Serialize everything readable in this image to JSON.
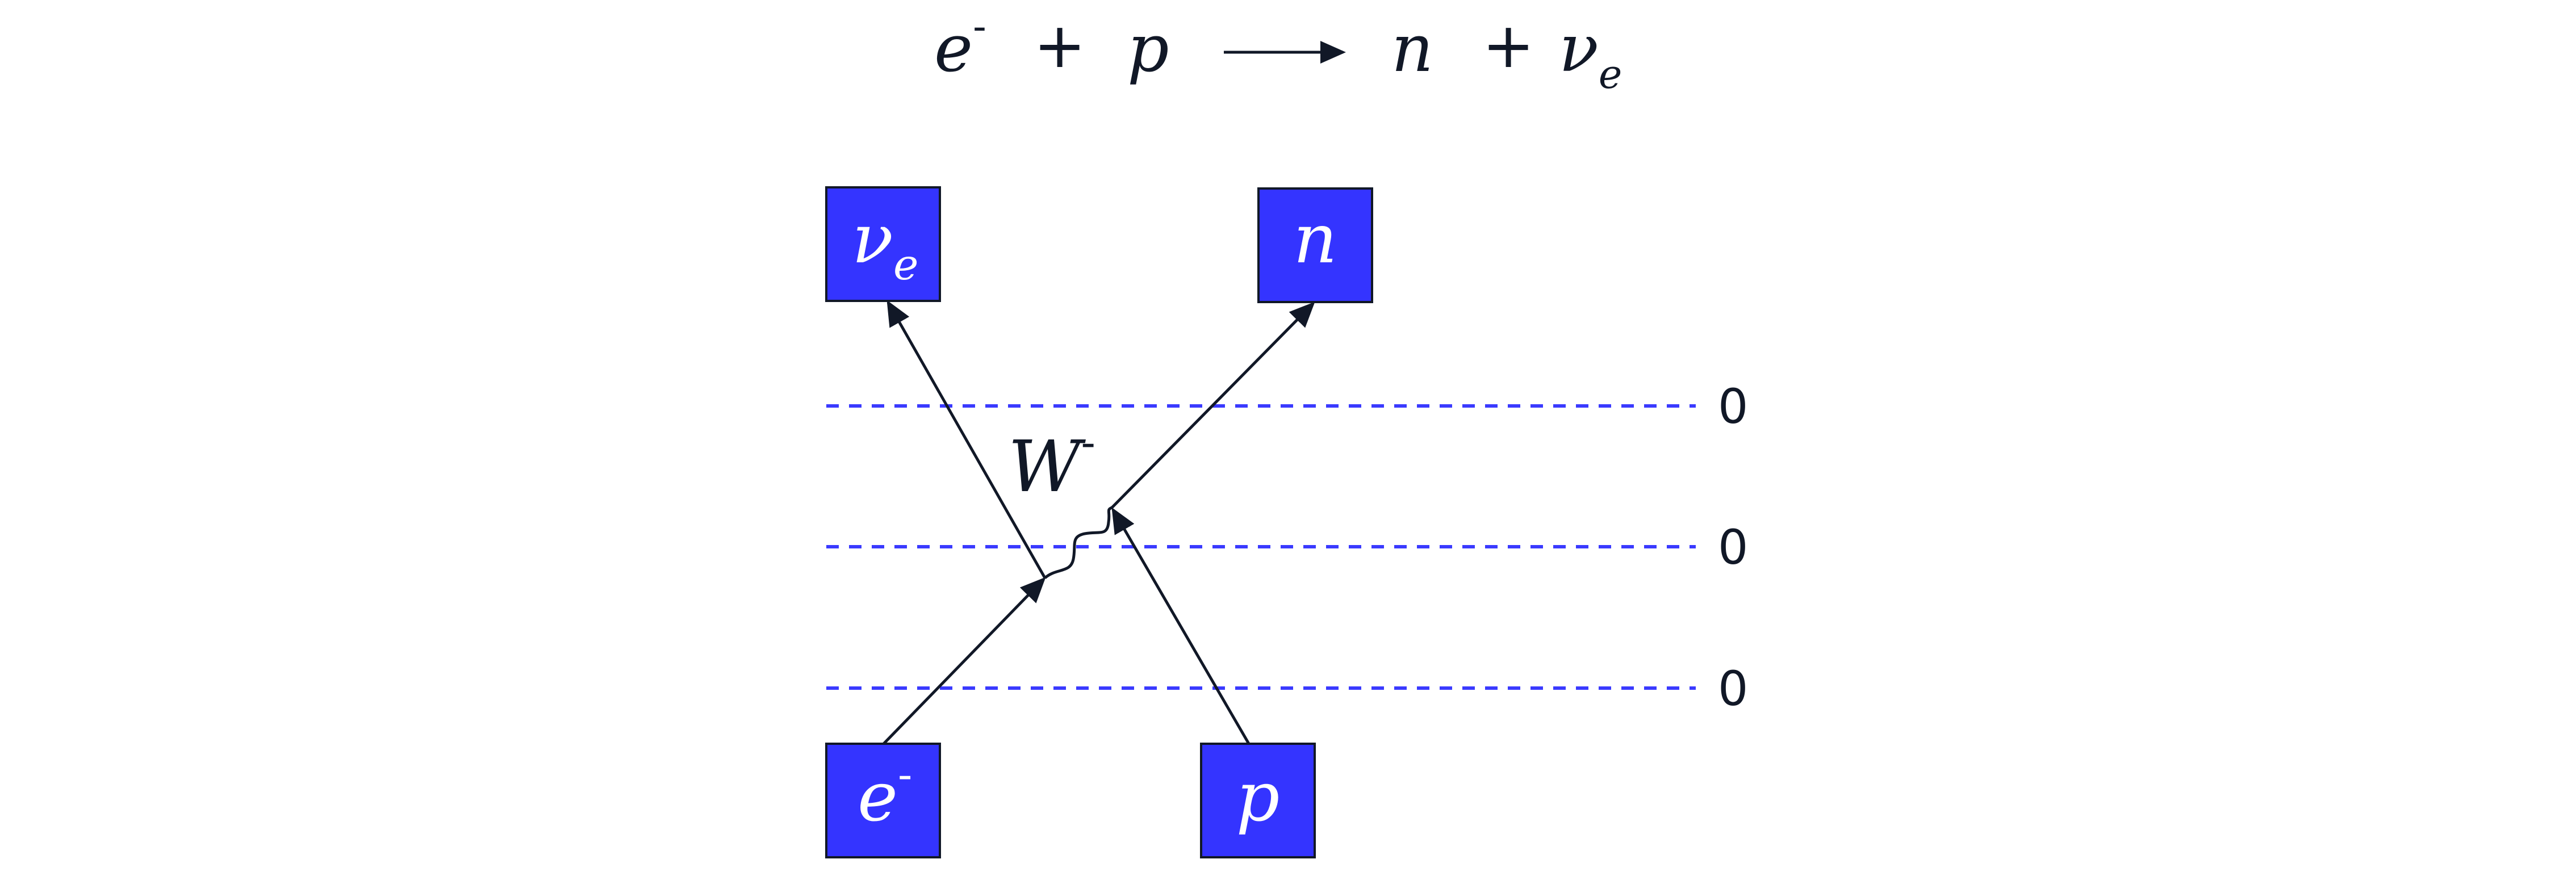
{
  "equation": {
    "lhs1": "e",
    "lhs1_sup": "-",
    "plus1": "+",
    "lhs2": "p",
    "rhs1": "n",
    "plus2": "+",
    "rhs2": "ν",
    "rhs2_sub": "e"
  },
  "particles": {
    "electron": {
      "symbol": "e",
      "sup": "-"
    },
    "proton": {
      "symbol": "p"
    },
    "neutron": {
      "symbol": "n"
    },
    "neutrino": {
      "symbol": "ν",
      "sub": "e"
    }
  },
  "boson": {
    "symbol": "W",
    "sup": "-"
  },
  "levels": [
    "0",
    "0",
    "0"
  ],
  "colors": {
    "box": "#3434ff",
    "dashed_line": "#3a3aff",
    "ink": "#111827"
  }
}
